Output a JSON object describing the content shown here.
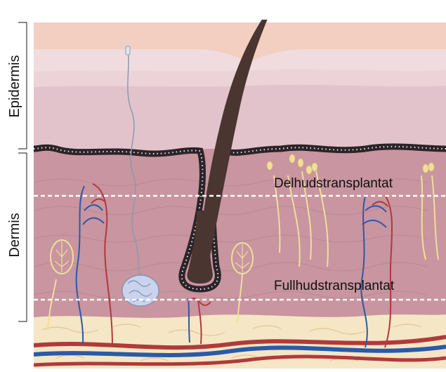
{
  "layers": {
    "epidermis_label": "Epidermis",
    "dermis_label": "Dermis"
  },
  "graft_levels": {
    "split_thickness_label": "Delhudstransplantat",
    "full_thickness_label": "Fullhudstransplantat"
  },
  "colors": {
    "stratum_corneum": "#f2cfc0",
    "epidermis_upper": "#f4e4e6",
    "epidermis_mid": "#ecd3d8",
    "epidermis_lower": "#e3c3cb",
    "basement_membrane": "#2b2428",
    "dermis": "#c895a0",
    "dermis_texture": "#b27f8d",
    "fat": "#f5e6c6",
    "fat_lines": "#e2c690",
    "hair": "#4a3530",
    "artery": "#b03a3a",
    "vein": "#2a5aa8",
    "nerve": "#f1de9a",
    "sweat_gland": "#c9d3ec",
    "graft_line": "#ffffff",
    "bracket": "#444444"
  }
}
